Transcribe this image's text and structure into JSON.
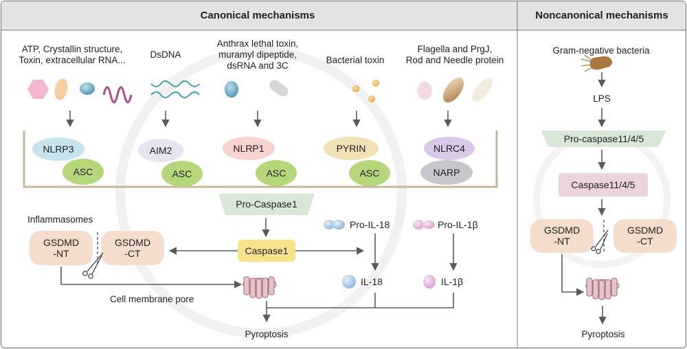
{
  "headers": {
    "canonical": "Canonical mechanisms",
    "noncanonical": "Noncanonical mechanisms"
  },
  "stimuli": {
    "nlrp3": [
      "ATP, Crystallin structure,",
      "Toxin, extracellular RNA..."
    ],
    "aim2": [
      "DsDNA"
    ],
    "nlrp1": [
      "Anthrax lethal toxin,",
      "muramyl dipeptide,",
      "dsRNA and 3C"
    ],
    "pyrin": [
      "Bacterial toxin"
    ],
    "nlrc4": [
      "Flagella and PrgJ,",
      "Rod and Needle protein"
    ]
  },
  "sensors": {
    "nlrp3": "NLRP3",
    "aim2": "AIM2",
    "nlrp1": "NLRP1",
    "pyrin": "PYRIN",
    "nlrc4": "NLRC4",
    "asc": "ASC",
    "narp": "NARP"
  },
  "canonical": {
    "pro_caspase": "Pro-Caspase1",
    "caspase": "Caspase1",
    "inflammasomes": "Inflammasomes",
    "gsdmd_nt": [
      "GSDMD",
      "-NT"
    ],
    "gsdmd_ct": [
      "GSDMD",
      "-CT"
    ],
    "pro_il18": "Pro-IL-18",
    "pro_il1b": "Pro-IL-1β",
    "il18": "IL-18",
    "il1b": "IL-1β",
    "membrane_pore": "Cell membrane pore",
    "pyroptosis": "Pyroptosis"
  },
  "noncanonical": {
    "bacteria": "Gram-negative bacteria",
    "lps": "LPS",
    "pro_caspase": "Pro-caspase11/4/5",
    "caspase": "Caspase11/4/5",
    "gsdmd_nt": [
      "GSDMD",
      "-NT"
    ],
    "gsdmd_ct": [
      "GSDMD",
      "-CT"
    ],
    "pyroptosis": "Pyroptosis"
  },
  "colors": {
    "header_bg": "#e3e3e3",
    "border": "#777777",
    "arrow": "#5a5a5a",
    "bracket": "#c8b59a",
    "nlrp3": "#c6e3ee",
    "aim2": "#e7e4f2",
    "nlrp1": "#f8d3cd",
    "pyrin": "#f1e2b4",
    "nlrc4": "#d9c8e8",
    "asc": "#b6d67a",
    "narp": "#c7c7cb",
    "pro_caspase": "#d8e7d8",
    "caspase": "#f6e38a",
    "caspase_nc": "#ecd4dc",
    "gsdmd": "#f4ddcc",
    "pore": "#e6c3c8"
  }
}
